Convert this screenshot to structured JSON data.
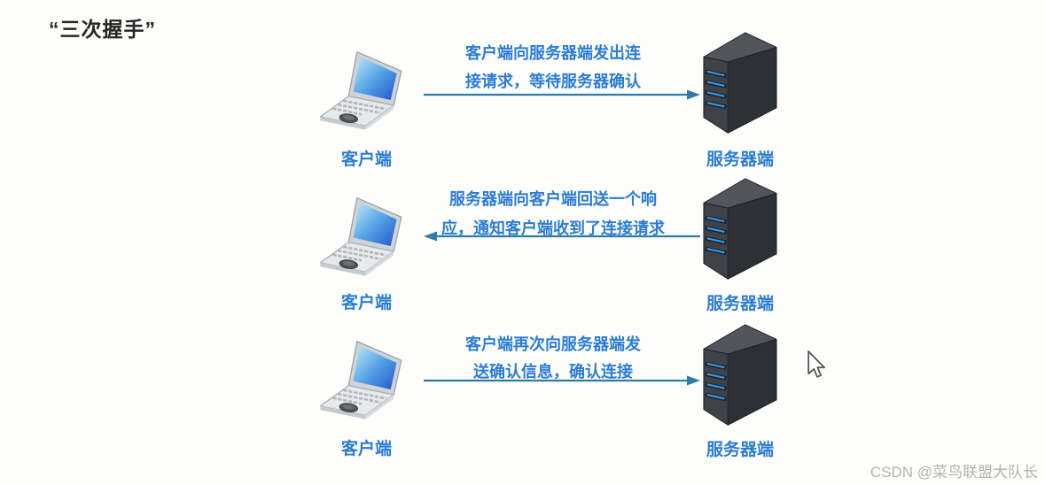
{
  "title": "“三次握手”",
  "colors": {
    "background": "#fdfdfb",
    "title": "#262626",
    "text_blue": "#2b7cd3",
    "arrow": "#2f7ca9",
    "led_blue": "#2e9bf0",
    "watermark": "#b5b2ad"
  },
  "icons": {
    "client": "laptop-icon",
    "server": "server-tower-icon",
    "pointer": "mouse-cursor-icon"
  },
  "steps": [
    {
      "client_label": "客户端",
      "server_label": "服务器端",
      "message_line1": "客户端向服务器端发出连",
      "message_line2": "接请求，等待服务器确认",
      "direction": "right"
    },
    {
      "client_label": "客户端",
      "server_label": "服务器端",
      "message_line1": "服务器端向客户端回送一个响",
      "message_line2": "应，通知客户端收到了连接请求",
      "direction": "left"
    },
    {
      "client_label": "客户端",
      "server_label": "服务器端",
      "message_line1": "客户端再次向服务器端发",
      "message_line2": "送确认信息，确认连接",
      "direction": "right"
    }
  ],
  "watermark": "CSDN @菜鸟联盟大队长"
}
